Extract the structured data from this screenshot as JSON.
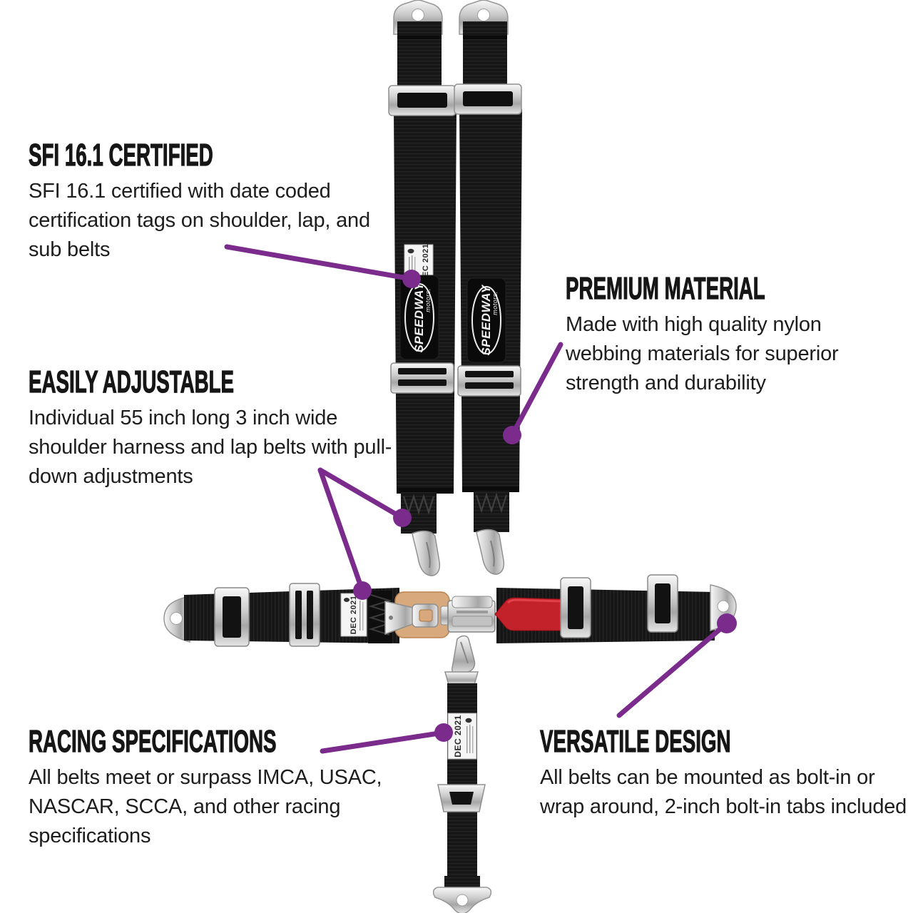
{
  "page": {
    "background": "#ffffff",
    "description_names": "five-point racing harness feature infographic"
  },
  "colors": {
    "accent_purple": "#7A2B8C",
    "strap_black": "#161616",
    "metal_silver": "#cccccc",
    "leather_tan": "#d8a97c",
    "pull_tab_red": "#c4222b",
    "text_dark": "#1c1c1c"
  },
  "callouts": [
    {
      "id": "sfi-certified",
      "heading": "SFI 16.1 CERTIFIED",
      "body": "SFI 16.1 certified with date coded certification tags on shoulder, lap, and sub belts"
    },
    {
      "id": "premium-material",
      "heading": "PREMIUM MATERIAL",
      "body": "Made with high quality nylon webbing materials for superior strength and durability"
    },
    {
      "id": "easily-adjustable",
      "heading": "EASILY ADJUSTABLE",
      "body": "Individual 55 inch long 3 inch wide shoulder harness and lap belts with pull-down adjustments"
    },
    {
      "id": "racing-specifications",
      "heading": "RACING SPECIFICATIONS",
      "body": "All belts meet or surpass IMCA, USAC, NASCAR, SCCA, and other racing specifications"
    },
    {
      "id": "versatile-design",
      "heading": "VERSATILE DESIGN",
      "body": "All belts can be mounted as bolt-in or wrap around, 2-inch bolt-in tabs included"
    }
  ],
  "product": {
    "brand_patch": {
      "line1": "SPEEDWAY",
      "line2": "motors."
    },
    "certification_tags": [
      {
        "location": "left-shoulder-belt",
        "date_code": "DEC 2021"
      },
      {
        "location": "left-lap-belt",
        "date_code": "DEC 2021"
      },
      {
        "location": "sub-belt",
        "date_code": "DEC 2021"
      }
    ]
  }
}
